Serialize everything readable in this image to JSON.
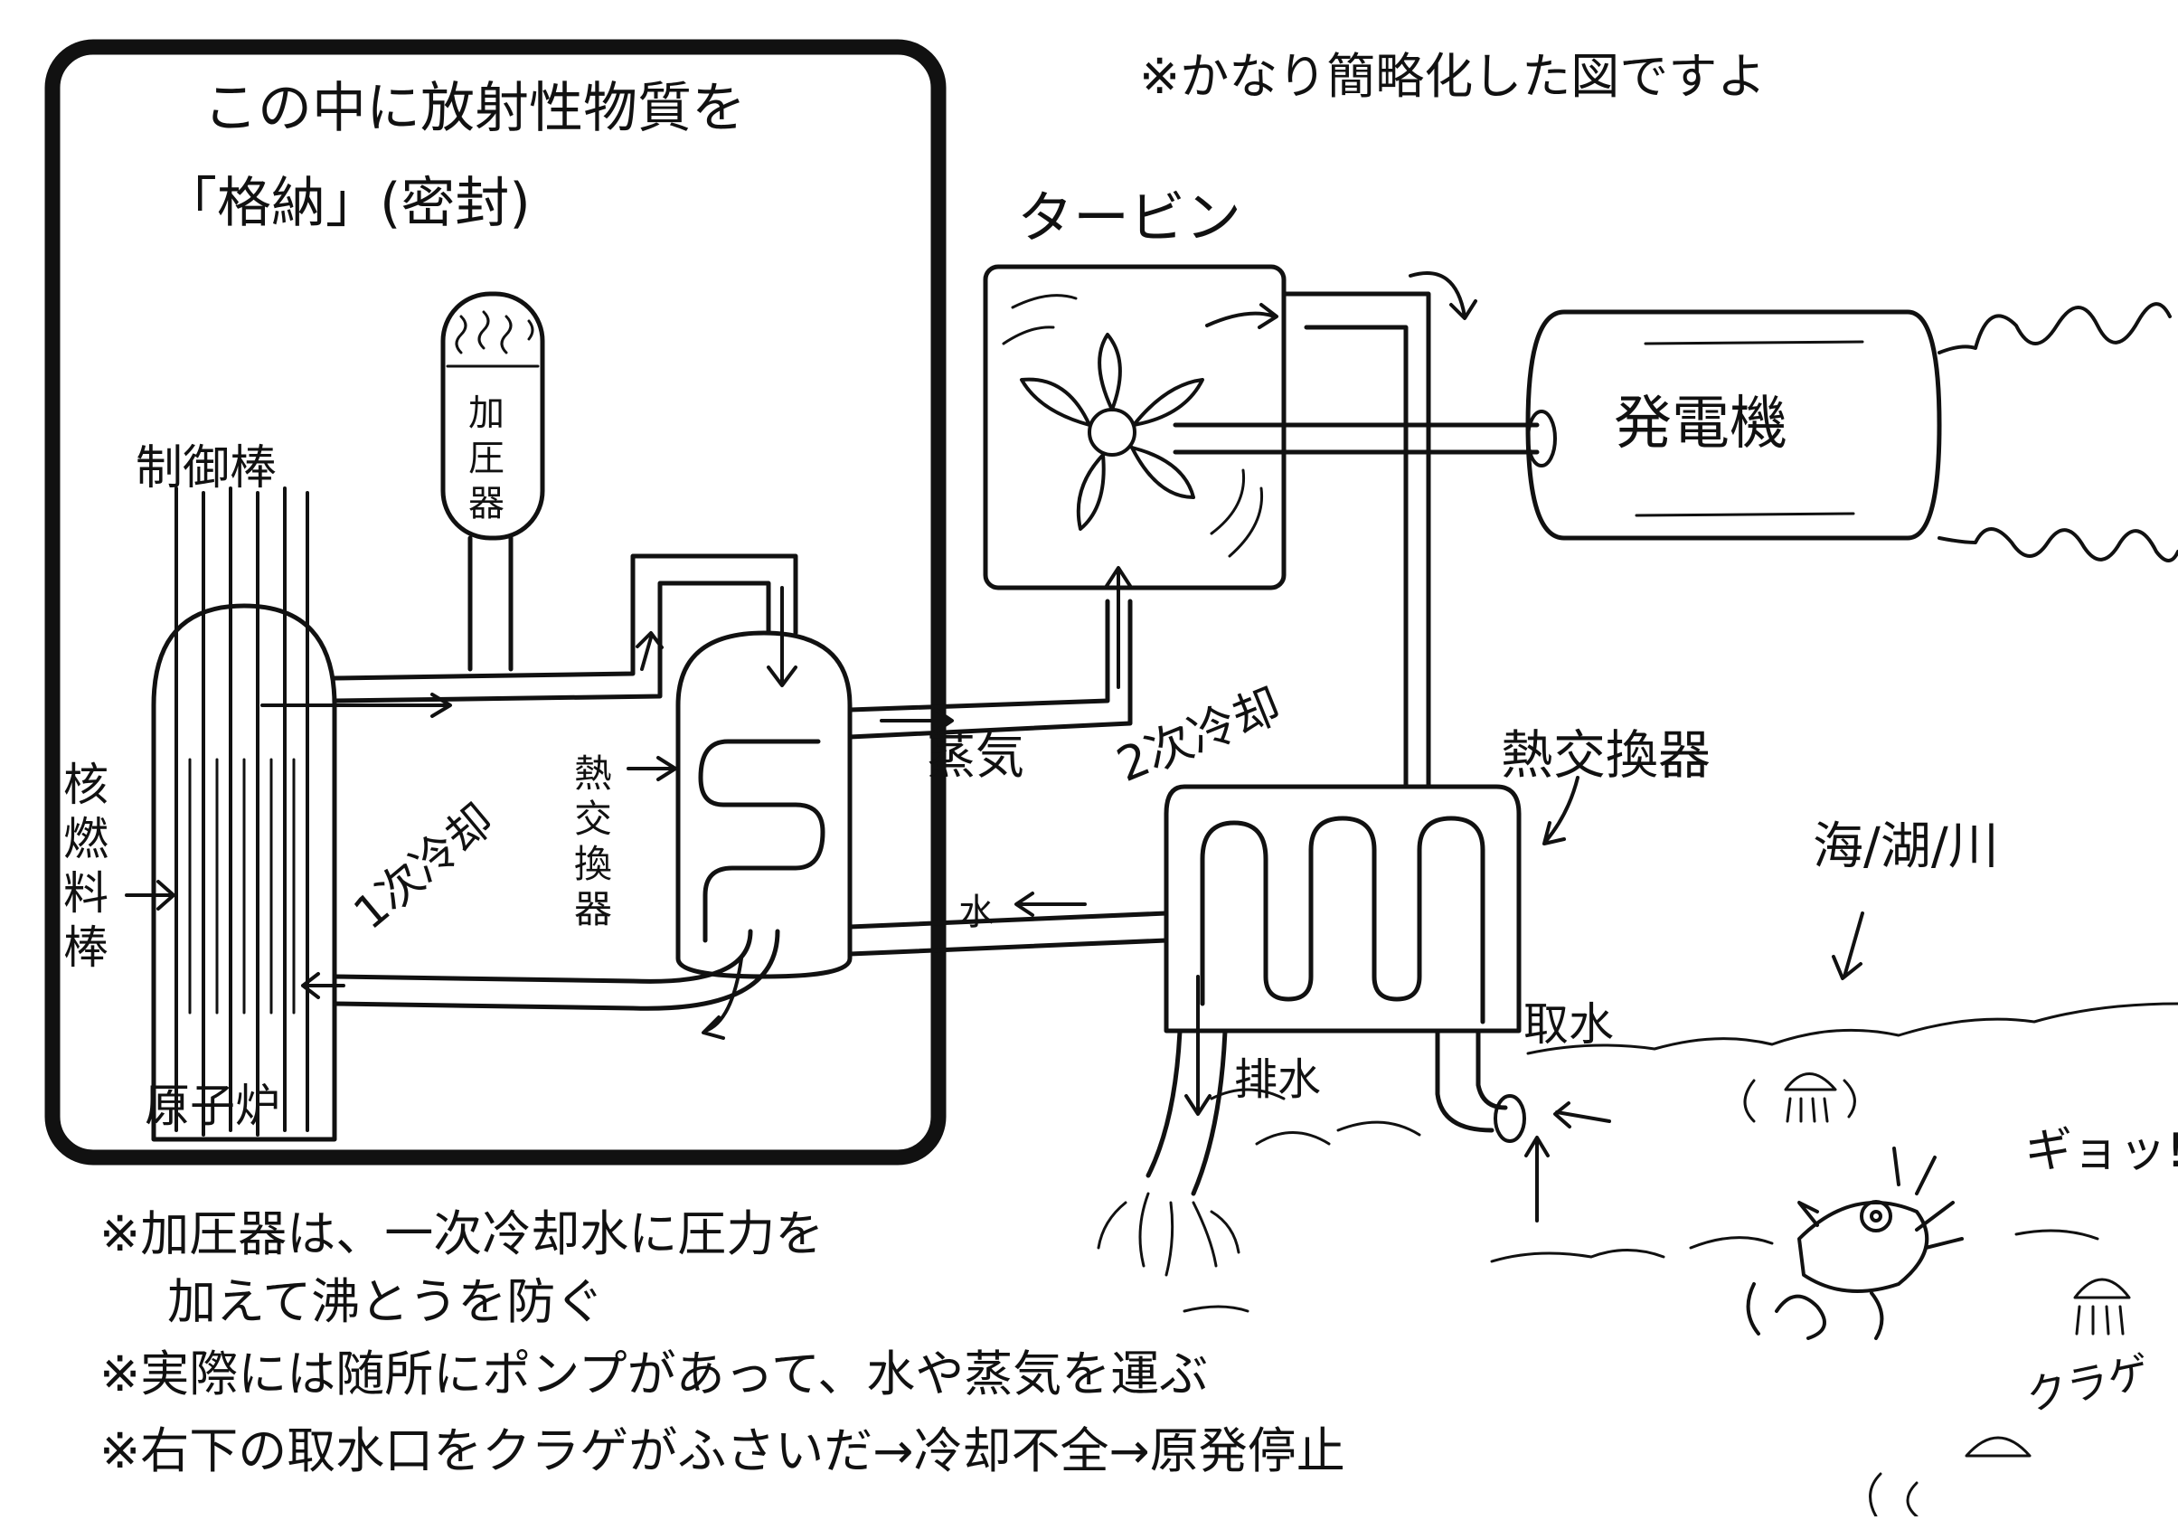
{
  "header_note": "※かなり簡略化した図ですよ",
  "containment": {
    "line1": "この中に放射性物質を",
    "line2": "「格納」(密封)"
  },
  "labels": {
    "turbine": "タービン",
    "generator": "発電機",
    "control_rods": "制御棒",
    "pressurizer": [
      "加",
      "圧",
      "器"
    ],
    "fuel_rods": [
      "核",
      "燃",
      "料",
      "棒"
    ],
    "reactor": "原子炉",
    "primary_cooling": "1次冷却",
    "secondary_cooling": "2次冷却",
    "inner_heat_exchanger": [
      "熱",
      "交",
      "換",
      "器"
    ],
    "steam": "蒸気",
    "water": "水",
    "outer_heat_exchanger": "熱交換器",
    "sea_lake_river": "海/湖/川",
    "intake": "取水",
    "discharge": "排水",
    "sound_effect": "ギョッ!",
    "jellyfish": "クラゲ"
  },
  "footnotes": [
    "※加圧器は、一次冷却水に圧力を",
    "加えて沸とうを防ぐ",
    "※実際には随所にポンプがあって、水や蒸気を運ぶ",
    "※右下の取水口をクラゲがふさいだ→冷却不全→原発停止"
  ],
  "colors": {
    "ink": "#111111",
    "paper": "#ffffff"
  }
}
